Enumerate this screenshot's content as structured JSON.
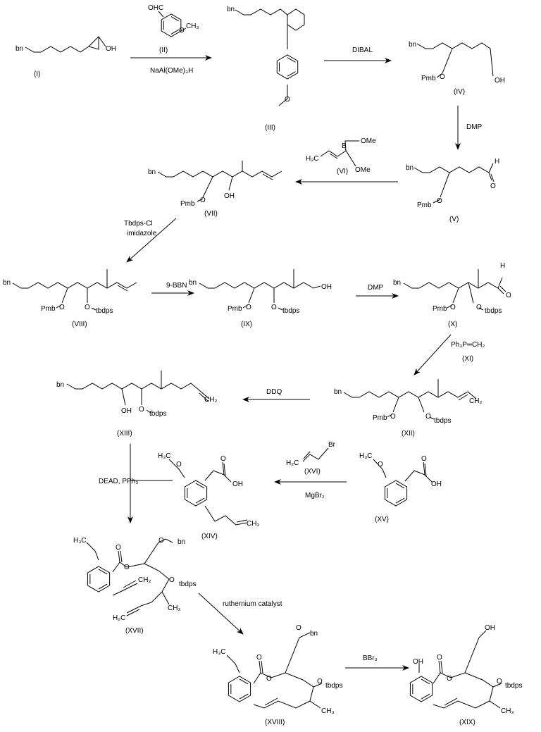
{
  "atoms": {
    "bn": "bn",
    "O": "O",
    "OH": "OH",
    "Pmb": "Pmb",
    "tbdps": "tbdps",
    "H": "H",
    "CH3": "CH₃",
    "CH2": "CH₂",
    "H3C": "H₃C",
    "H2C": "H₂C",
    "OMe": "OMe",
    "B": "B",
    "Br": "Br",
    "OHC": "OHC"
  },
  "compounds": [
    "(I)",
    "(II)",
    "(III)",
    "(IV)",
    "(V)",
    "(VI)",
    "(VII)",
    "(VIII)",
    "(IX)",
    "(X)",
    "(XI)",
    "(XII)",
    "(XIII)",
    "(XIV)",
    "(XV)",
    "(XVI)",
    "(XVII)",
    "(XVIII)",
    "(XIX)"
  ],
  "reagents": {
    "r1": "NaAl(OMe)₃H",
    "r2": "DIBAL",
    "r3": "DMP",
    "r4a": "Tbdps-Cl",
    "r4b": "imidazole",
    "r5": "9-BBN",
    "r6": "DMP",
    "r7": "Ph₃P═CH₂",
    "r8": "DDQ",
    "r9": "DEAD, PPh₃",
    "r10": "MgBr₂",
    "r11": "ruthernium catalyst",
    "r12": "BBr₃"
  }
}
